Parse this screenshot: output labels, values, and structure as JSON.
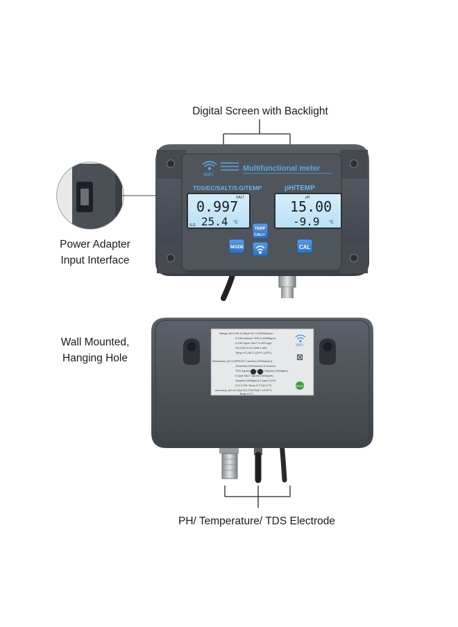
{
  "callouts": {
    "screen": "Digital Screen with Backlight",
    "power_line1": "Power Adapter",
    "power_line2": "Input Interface",
    "wall_line1": "Wall Mounted,",
    "wall_line2": "Hanging Hole",
    "electrode": "PH/ Temperature/ TDS Electrode"
  },
  "front_panel": {
    "title": "Multifunctional meter",
    "wifi_label": "WiFi",
    "left_display_header": "TDS/EC/SALT/S.G/TEMP",
    "left_unit_tag": "SALT",
    "left_value_top": "0.997",
    "left_value_bottom": "25.4",
    "left_temp_unit": "°C",
    "left_side_tag": "S.G",
    "right_display_header": "pH/TEMP",
    "right_unit_tag": "pH",
    "right_value_top": "15.00",
    "right_value_bottom": "-9.9",
    "right_temp_unit": "°C",
    "mode_button": "MODE",
    "temp_button_line1": "TEMP",
    "temp_button_line2": "CAL/+",
    "cal_button": "CAL"
  },
  "back_label": {
    "wifi_label": "WiFi",
    "rows": [
      "Range:  pH 0.00-14.00pH    EC 0-19990us/cm",
      "0-199.0ms/cm     TDS 0-19990ppm",
      "0-199.0ppm       SALT 0-199.0ppt",
      "0%-20%          S.G  0.999-1.400",
      "Temp  0°C-50°C (32°F-122°F)",
      "Resolution:  pH 0.01PH   EC 1us/cm(<1000us/cm)",
      "10us/cm(>1000us/cm)  0.1ms/cm",
      "TDS 1ppm(<1000ppm)  10ppm(>1000ppm)",
      "0.1ppt  SALT 1ppm(<1000ppm)",
      "10ppm(>1000ppm)  0.1ppt  0.01%",
      "S.G 0.001   Temp 0.1°C(0.1°F)",
      "Accuracy:  pH ±0.02pH   EC,TDS,SALT ±2%F.S",
      "Temp ±1°C"
    ],
    "weee_mark": "⊠",
    "rohs_mark": "RoHS"
  }
}
